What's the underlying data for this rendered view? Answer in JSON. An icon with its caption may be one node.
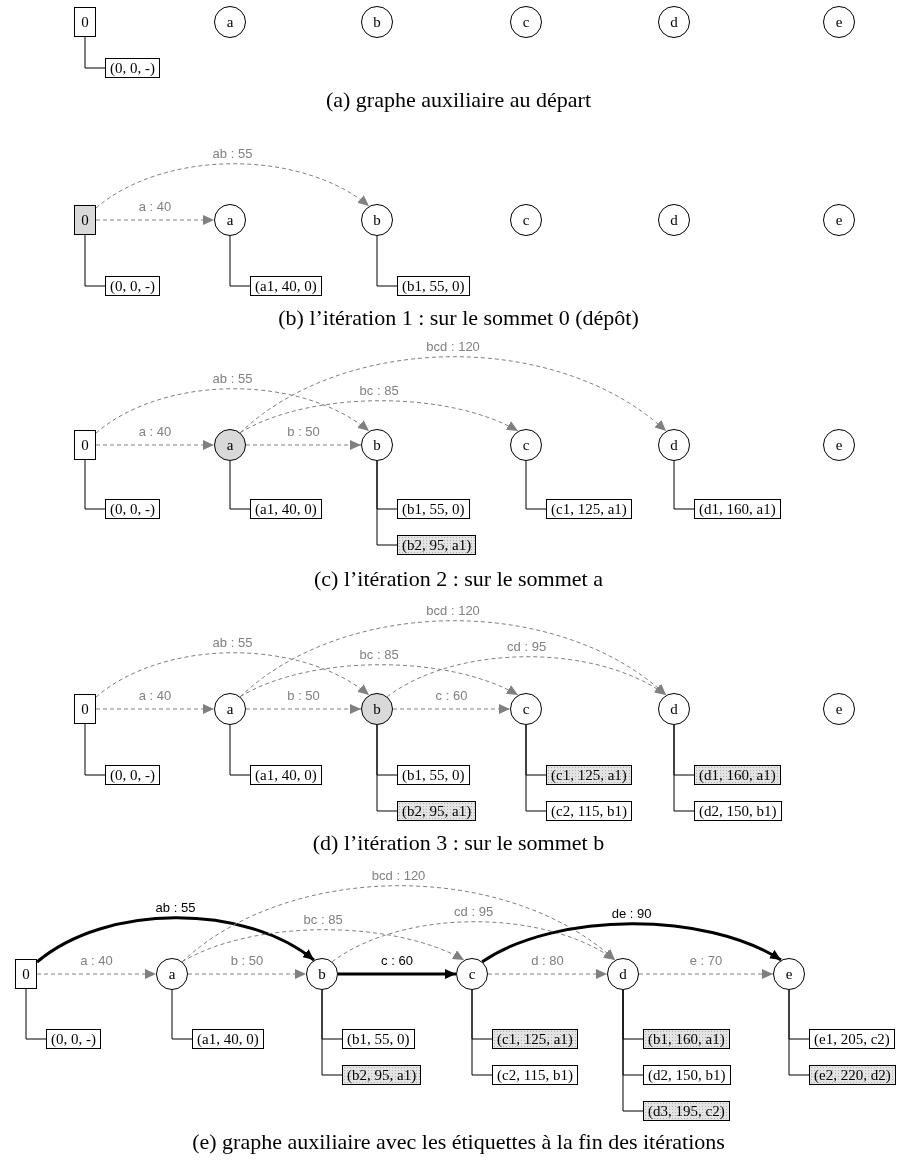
{
  "diagram": {
    "nodes": [
      {
        "text": [
          "0"
        ]
      },
      {
        "text": [
          "a"
        ]
      },
      {
        "text": [
          "b"
        ]
      },
      {
        "text": [
          "c"
        ]
      },
      {
        "text": [
          "d"
        ]
      },
      {
        "text": [
          "e"
        ]
      },
      {
        "text": [
          "(0, 0, -)"
        ]
      },
      {
        "text": [
          "0"
        ]
      },
      {
        "text": [
          "a"
        ]
      },
      {
        "text": [
          "b"
        ]
      },
      {
        "text": [
          "c"
        ]
      },
      {
        "text": [
          "d"
        ]
      },
      {
        "text": [
          "e"
        ]
      },
      {
        "text": [
          "(0, 0, -)"
        ]
      },
      {
        "text": [
          "(a1, 40, 0)"
        ]
      },
      {
        "text": [
          "(b1, 55, 0)"
        ]
      },
      {
        "text": [
          "0"
        ]
      },
      {
        "text": [
          "a"
        ]
      },
      {
        "text": [
          "b"
        ]
      },
      {
        "text": [
          "c"
        ]
      },
      {
        "text": [
          "d"
        ]
      },
      {
        "text": [
          "e"
        ]
      },
      {
        "text": [
          "(0, 0, -)"
        ]
      },
      {
        "text": [
          "(a1, 40, 0)"
        ]
      },
      {
        "text": [
          "(b1, 55, 0)"
        ]
      },
      {
        "text": [
          "(b2, 95, a1)"
        ]
      },
      {
        "text": [
          "(c1, 125, a1)"
        ]
      },
      {
        "text": [
          "(d1, 160, a1)"
        ]
      },
      {
        "text": [
          "0"
        ]
      },
      {
        "text": [
          "a"
        ]
      },
      {
        "text": [
          "b"
        ]
      },
      {
        "text": [
          "c"
        ]
      },
      {
        "text": [
          "d"
        ]
      },
      {
        "text": [
          "e"
        ]
      },
      {
        "text": [
          "(0, 0, -)"
        ]
      },
      {
        "text": [
          "(a1, 40, 0)"
        ]
      },
      {
        "text": [
          "(b1, 55, 0)"
        ]
      },
      {
        "text": [
          "(b2, 95, a1)"
        ]
      },
      {
        "text": [
          "(c1, 125, a1)"
        ]
      },
      {
        "text": [
          "(c2, 115, b1)"
        ]
      },
      {
        "text": [
          "(d1, 160, a1)"
        ]
      },
      {
        "text": [
          "(d2, 150, b1)"
        ]
      },
      {
        "text": [
          "0"
        ]
      },
      {
        "text": [
          "a"
        ]
      },
      {
        "text": [
          "b"
        ]
      },
      {
        "text": [
          "c"
        ]
      },
      {
        "text": [
          "d"
        ]
      },
      {
        "text": [
          "e"
        ]
      },
      {
        "text": [
          "(0, 0, -)"
        ]
      },
      {
        "text": [
          "(a1, 40, 0)"
        ]
      },
      {
        "text": [
          "(b1, 55, 0)"
        ]
      },
      {
        "text": [
          "(b2, 95, a1)"
        ]
      },
      {
        "text": [
          "(c1, 125, a1)"
        ]
      },
      {
        "text": [
          "(c2, 115, b1)"
        ]
      },
      {
        "text": [
          "(b1, 160, a1)"
        ]
      },
      {
        "text": [
          "(d2, 150, b1)"
        ]
      },
      {
        "text": [
          "(d3, 195, c2)"
        ]
      },
      {
        "text": [
          "(e1, 205, c2)"
        ]
      },
      {
        "text": [
          "(e2, 220, d2)"
        ]
      }
    ],
    "edges": [
      {
        "from": 0,
        "to": 6,
        "arrow": "none"
      },
      {
        "from": 7,
        "to": 9,
        "arrow": "to",
        "label": "ab : 55",
        "style": "dashed",
        "color": "#808080"
      },
      {
        "from": 7,
        "to": 8,
        "arrow": "to",
        "label": "a : 40",
        "style": "dashed",
        "color": "#808080"
      },
      {
        "from": 7,
        "to": 13,
        "arrow": "none"
      },
      {
        "from": 8,
        "to": 14,
        "arrow": "none"
      },
      {
        "from": 9,
        "to": 15,
        "arrow": "none"
      },
      {
        "from": 16,
        "to": 18,
        "arrow": "to",
        "label": "ab : 55",
        "style": "dashed",
        "color": "#808080"
      },
      {
        "from": 17,
        "to": 20,
        "arrow": "to",
        "label": "bcd : 120",
        "style": "dashed",
        "color": "#808080"
      },
      {
        "from": 17,
        "to": 19,
        "arrow": "to",
        "label": "bc : 85",
        "style": "dashed",
        "color": "#808080"
      },
      {
        "from": 16,
        "to": 17,
        "arrow": "to",
        "label": "a : 40",
        "style": "dashed",
        "color": "#808080"
      },
      {
        "from": 17,
        "to": 18,
        "arrow": "to",
        "label": "b : 50",
        "style": "dashed",
        "color": "#808080"
      },
      {
        "from": 16,
        "to": 22,
        "arrow": "none"
      },
      {
        "from": 17,
        "to": 23,
        "arrow": "none"
      },
      {
        "from": 18,
        "to": 24,
        "arrow": "none"
      },
      {
        "from": 18,
        "to": 25,
        "arrow": "none"
      },
      {
        "from": 19,
        "to": 26,
        "arrow": "none"
      },
      {
        "from": 20,
        "to": 27,
        "arrow": "none"
      },
      {
        "from": 28,
        "to": 30,
        "arrow": "to",
        "label": "ab : 55",
        "style": "dashed",
        "color": "#808080"
      },
      {
        "from": 29,
        "to": 32,
        "arrow": "to",
        "label": "bcd : 120",
        "style": "dashed",
        "color": "#808080"
      },
      {
        "from": 29,
        "to": 31,
        "arrow": "to",
        "label": "bc : 85",
        "style": "dashed",
        "color": "#808080"
      },
      {
        "from": 30,
        "to": 32,
        "arrow": "to",
        "label": "cd : 95",
        "style": "dashed",
        "color": "#808080"
      },
      {
        "from": 28,
        "to": 29,
        "arrow": "to",
        "label": "a : 40",
        "style": "dashed",
        "color": "#808080"
      },
      {
        "from": 29,
        "to": 30,
        "arrow": "to",
        "label": "b : 50",
        "style": "dashed",
        "color": "#808080"
      },
      {
        "from": 30,
        "to": 31,
        "arrow": "to",
        "label": "c : 60",
        "style": "dashed",
        "color": "#808080"
      },
      {
        "from": 28,
        "to": 34,
        "arrow": "none"
      },
      {
        "from": 29,
        "to": 35,
        "arrow": "none"
      },
      {
        "from": 30,
        "to": 36,
        "arrow": "none"
      },
      {
        "from": 30,
        "to": 37,
        "arrow": "none"
      },
      {
        "from": 31,
        "to": 38,
        "arrow": "none"
      },
      {
        "from": 31,
        "to": 39,
        "arrow": "none"
      },
      {
        "from": 32,
        "to": 40,
        "arrow": "none"
      },
      {
        "from": 32,
        "to": 41,
        "arrow": "none"
      },
      {
        "from": 42,
        "to": 44,
        "arrow": "to",
        "label": "ab : 55",
        "style": "thick"
      },
      {
        "from": 43,
        "to": 46,
        "arrow": "to",
        "label": "bcd : 120",
        "style": "dashed",
        "color": "#808080"
      },
      {
        "from": 43,
        "to": 45,
        "arrow": "to",
        "label": "bc : 85",
        "style": "dashed",
        "color": "#808080"
      },
      {
        "from": 44,
        "to": 46,
        "arrow": "to",
        "label": "cd : 95",
        "style": "dashed",
        "color": "#808080"
      },
      {
        "from": 45,
        "to": 47,
        "arrow": "to",
        "label": "de : 90",
        "style": "thick"
      },
      {
        "from": 42,
        "to": 43,
        "arrow": "to",
        "label": "a : 40",
        "style": "dashed",
        "color": "#808080"
      },
      {
        "from": 43,
        "to": 44,
        "arrow": "to",
        "label": "b : 50",
        "style": "dashed",
        "color": "#808080"
      },
      {
        "from": 44,
        "to": 45,
        "arrow": "to",
        "label": "c : 60",
        "style": "thick"
      },
      {
        "from": 45,
        "to": 46,
        "arrow": "to",
        "label": "d : 80",
        "style": "dashed",
        "color": "#808080"
      },
      {
        "from": 46,
        "to": 47,
        "arrow": "to",
        "label": "e : 70",
        "style": "dashed",
        "color": "#808080"
      },
      {
        "from": 42,
        "to": 48,
        "arrow": "none"
      },
      {
        "from": 43,
        "to": 49,
        "arrow": "none"
      },
      {
        "from": 44,
        "to": 50,
        "arrow": "none"
      },
      {
        "from": 44,
        "to": 51,
        "arrow": "none"
      },
      {
        "from": 45,
        "to": 52,
        "arrow": "none"
      },
      {
        "from": 45,
        "to": 53,
        "arrow": "none"
      },
      {
        "from": 46,
        "to": 54,
        "arrow": "none"
      },
      {
        "from": 46,
        "to": 55,
        "arrow": "none"
      },
      {
        "from": 46,
        "to": 56,
        "arrow": "none"
      },
      {
        "from": 47,
        "to": 57,
        "arrow": "none"
      },
      {
        "from": 47,
        "to": 58,
        "arrow": "none"
      }
    ],
    "labels": [
      "(a) graphe auxiliaire au départ",
      "(b) l’itération 1 : sur le sommet 0 (dépôt)",
      "(c) l’itération 2 : sur le sommet a",
      "(d) l’itération 3 : sur le sommet b",
      "(e) graphe auxiliaire avec les étiquettes à la fin des itérations"
    ]
  }
}
